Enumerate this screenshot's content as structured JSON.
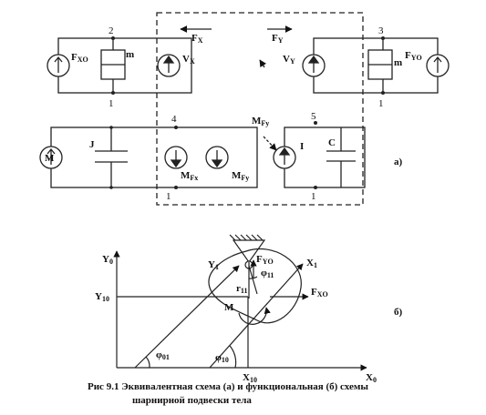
{
  "figure": {
    "part_a": {
      "subfig_label": "а)",
      "nodes": {
        "n2": "2",
        "n3": "3",
        "n4": "4",
        "n5": "5",
        "n1": "1"
      },
      "labels": {
        "FX": "F",
        "FX_sub": "X",
        "FY": "F",
        "FY_sub": "Y",
        "FXO": "F",
        "FXO_sub": "XO",
        "FYO": "F",
        "FYO_sub": "YO",
        "m": "m",
        "VX": "V",
        "VX_sub": "X",
        "VY": "V",
        "VY_sub": "Y",
        "J": "J",
        "M": "M",
        "MFX": "M",
        "MFX_sub": "Fx",
        "MFY": "M",
        "MFY_sub": "Fy",
        "MFY_top": "M",
        "MFY_top_sub": "Fy",
        "I": "I",
        "C": "C"
      }
    },
    "part_b": {
      "subfig_label": "б)",
      "labels": {
        "Y0": "Y",
        "Y0_sub": "0",
        "Y10": "Y",
        "Y10_sub": "10",
        "X0": "X",
        "X0_sub": "0",
        "X10": "X",
        "X10_sub": "10",
        "X1": "X",
        "X1_sub": "1",
        "Y1": "Y",
        "Y1_sub": "1",
        "FYO": "F",
        "FYO_sub": "YO",
        "FXO": "F",
        "FXO_sub": "XO",
        "phi11": "φ",
        "phi11_sub": "11",
        "r11": "r",
        "r11_sub": "11",
        "M": "M",
        "phi01": "φ",
        "phi01_sub": "01",
        "phi10": "φ",
        "phi10_sub": "10"
      }
    },
    "caption": {
      "line1": "Рис 9.1 Эквивалентная схема (а) и функциональная (б) схемы",
      "line2": "шарнирной подвески тела"
    }
  }
}
